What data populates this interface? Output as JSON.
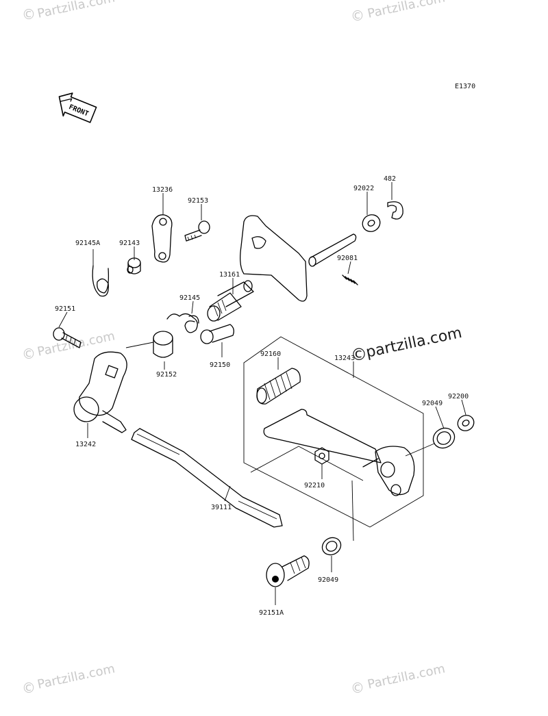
{
  "diagram_code": "E1370",
  "front_label": "FRONT",
  "watermarks": {
    "brand": "Partzilla.com",
    "brand_lower": "partzilla.com",
    "copyright_symbol": "©"
  },
  "parts": [
    {
      "id": "p13236",
      "label": "13236"
    },
    {
      "id": "p92153",
      "label": "92153"
    },
    {
      "id": "p92145A",
      "label": "92145A"
    },
    {
      "id": "p92143",
      "label": "92143"
    },
    {
      "id": "p92022",
      "label": "92022"
    },
    {
      "id": "p482",
      "label": "482"
    },
    {
      "id": "p92081",
      "label": "92081"
    },
    {
      "id": "p13161",
      "label": "13161"
    },
    {
      "id": "p92145",
      "label": "92145"
    },
    {
      "id": "p92151",
      "label": "92151"
    },
    {
      "id": "p92150",
      "label": "92150"
    },
    {
      "id": "p92152",
      "label": "92152"
    },
    {
      "id": "p92160",
      "label": "92160"
    },
    {
      "id": "p13243",
      "label": "13243"
    },
    {
      "id": "p92200",
      "label": "92200"
    },
    {
      "id": "p92049a",
      "label": "92049"
    },
    {
      "id": "p13242",
      "label": "13242"
    },
    {
      "id": "p92210",
      "label": "92210"
    },
    {
      "id": "p39111",
      "label": "39111"
    },
    {
      "id": "p92049b",
      "label": "92049"
    },
    {
      "id": "p92151A",
      "label": "92151A"
    }
  ]
}
